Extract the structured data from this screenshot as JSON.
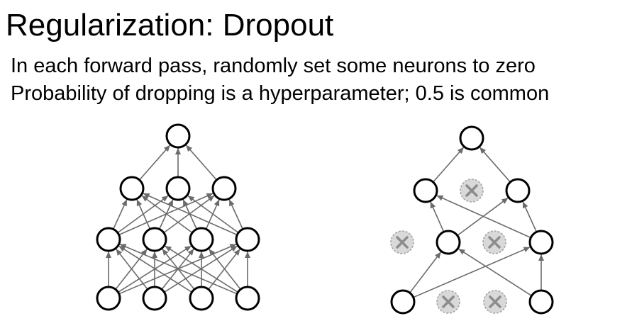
{
  "slide": {
    "title": "Regularization: Dropout",
    "bullets": [
      "In each forward pass, randomly set some neurons to zero",
      "Probability of dropping is a hyperparameter; 0.5 is common"
    ]
  },
  "colors": {
    "edge": "#6b6b6b",
    "node_stroke": "#000000",
    "dropped_fill": "#d9d9d9",
    "dropped_stroke": "#a6a6a6",
    "dropped_cross": "#8c8c8c"
  },
  "networks": [
    {
      "name": "full-network",
      "layers": [
        4,
        4,
        3,
        1
      ],
      "dropped": []
    },
    {
      "name": "dropout-network",
      "layers": [
        4,
        4,
        3,
        1
      ],
      "dropped": [
        [
          0,
          1
        ],
        [
          0,
          2
        ],
        [
          1,
          0
        ],
        [
          1,
          2
        ],
        [
          2,
          1
        ]
      ]
    }
  ]
}
